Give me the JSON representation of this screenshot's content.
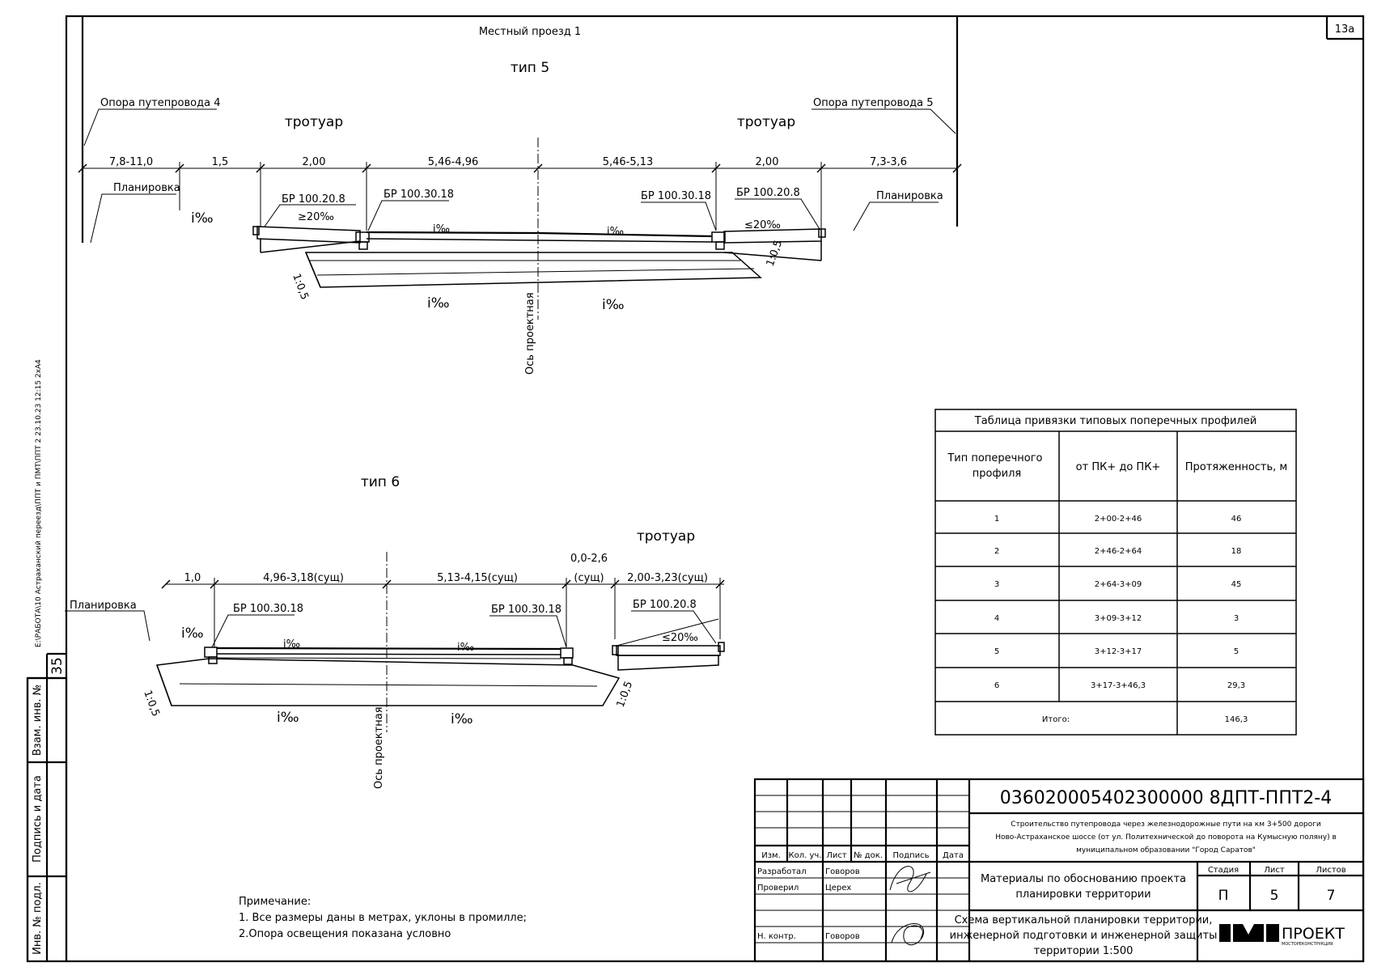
{
  "sheet_number": "13а",
  "top_title": "Местный проезд 1",
  "left_stamp": {
    "path": "E:\\РАБОТА\\10 Астраханский переезд\\ППТ и ПМТ\\ППТ 2 23.10.23 12:15 2хА4",
    "inv_podl": "Инв. № подл.",
    "podpis_data": "Подпись и дата",
    "vzam_inv": "Взам. инв. №",
    "page_no": "35"
  },
  "type5": {
    "title": "тип 5",
    "support_left": "Опора путепровода 4",
    "support_right": "Опора путепровода 5",
    "sidewalk_left": "тротуар",
    "sidewalk_right": "тротуар",
    "dims": [
      "7,8-11,0",
      "1,5",
      "2,00",
      "5,46-4,96",
      "5,46-5,13",
      "2,00",
      "7,3-3,6"
    ],
    "grading_left": "Планировка",
    "grading_right": "Планировка",
    "curb_left_outer": "БР 100.20.8",
    "curb_left_inner": "БР 100.30.18",
    "curb_right_inner": "БР 100.30.18",
    "curb_right_outer": "БР 100.20.8",
    "slope_sidewalk_left": "≥20‰",
    "slope_sidewalk_right": "≤20‰",
    "slope_i": "i‰",
    "embankment": "1:0,5",
    "axis": "Ось проектная"
  },
  "type6": {
    "title": "тип 6",
    "sidewalk": "тротуар",
    "dims": [
      "1,0",
      "4,96-3,18(сущ)",
      "5,13-4,15(сущ)",
      "0,0-2,6",
      "(сущ)",
      "2,00-3,23(сущ)"
    ],
    "grading": "Планировка",
    "curb_left": "БР 100.30.18",
    "curb_right": "БР 100.30.18",
    "curb_sidewalk": "БР 100.20.8",
    "slope_sidewalk": "≤20‰",
    "slope_i": "i‰",
    "embankment": "1:0,5",
    "axis": "Ось проектная"
  },
  "table": {
    "title": "Таблица привязки типовых поперечных профилей",
    "headers": [
      "Тип поперечного профиля",
      "от ПК+ до ПК+",
      "Протяженность, м"
    ],
    "rows": [
      [
        "1",
        "2+00-2+46",
        "46"
      ],
      [
        "2",
        "2+46-2+64",
        "18"
      ],
      [
        "3",
        "2+64-3+09",
        "45"
      ],
      [
        "4",
        "3+09-3+12",
        "3"
      ],
      [
        "5",
        "3+12-3+17",
        "5"
      ],
      [
        "6",
        "3+17-3+46,3",
        "29,3"
      ]
    ],
    "total_label": "Итого:",
    "total_value": "146,3"
  },
  "notes": {
    "title": "Примечание:",
    "line1": "1. Все размеры даны в метрах, уклоны в промилле;",
    "line2": "2.Опора освещения показана условно"
  },
  "title_block": {
    "code": "036020005402300000 8ДПТ-ППТ2-4",
    "project_line1": "Строительство путепровода через железнодорожные пути на км 3+500 дороги",
    "project_line2": "Ново-Астраханское шоссе (от ул. Политехнической до поворота на Кумысную поляну) в",
    "project_line3": "муниципальном образовании \"Город Саратов\"",
    "doc_line1": "Материалы по обоснованию проекта",
    "doc_line2": "планировки территории",
    "sheet_line1": "Схема вертикальной планировки территории,",
    "sheet_line2": "инженерной подготовки и инженерной защиты",
    "sheet_line3": "территории 1:500",
    "col_izm": "Изм.",
    "col_kol": "Кол. уч.",
    "col_list": "Лист",
    "col_ndok": "№ док.",
    "col_podp": "Подпись",
    "col_data": "Дата",
    "razrab_label": "Разработал",
    "razrab_name": "Говоров",
    "prov_label": "Проверил",
    "prov_name": "Церех",
    "nkontr_label": "Н. контр.",
    "nkontr_name": "Говоров",
    "stage_label": "Стадия",
    "list_label": "Лист",
    "listov_label": "Листов",
    "stage": "П",
    "sheet": "5",
    "sheets": "7",
    "logo_text": "ПРОЕКТ",
    "logo_sub": "МОСТОРЕКОНСТРУКЦИЯ"
  }
}
